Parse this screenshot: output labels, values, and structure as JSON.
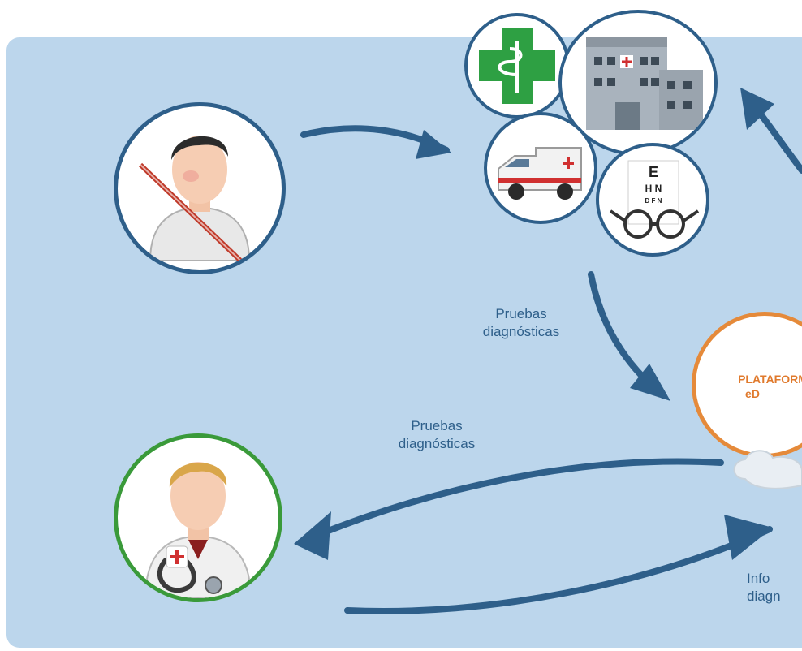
{
  "labels": {
    "pruebas_top": "Pruebas diagnósticas",
    "pruebas_mid": "Pruebas diagnósticas",
    "info_bottom": "Info diagn"
  },
  "platform": {
    "line1": "PLATAFORM",
    "line2": "eD"
  },
  "colors": {
    "panel": "#bcd6ec",
    "arrow": "#2e5f8a",
    "patient_ring": "#2e5f8a",
    "doctor_ring": "#3a9a3a",
    "platform_ring": "#e58a3a",
    "label_text": "#2e5f8a",
    "platform_text": "#e07a2d"
  },
  "icons": [
    "patient-thermometer-icon",
    "pharmacy-cross-icon",
    "hospital-icon",
    "ambulance-icon",
    "eye-chart-glasses-icon",
    "doctor-stethoscope-icon",
    "platform-cloud-icon"
  ]
}
